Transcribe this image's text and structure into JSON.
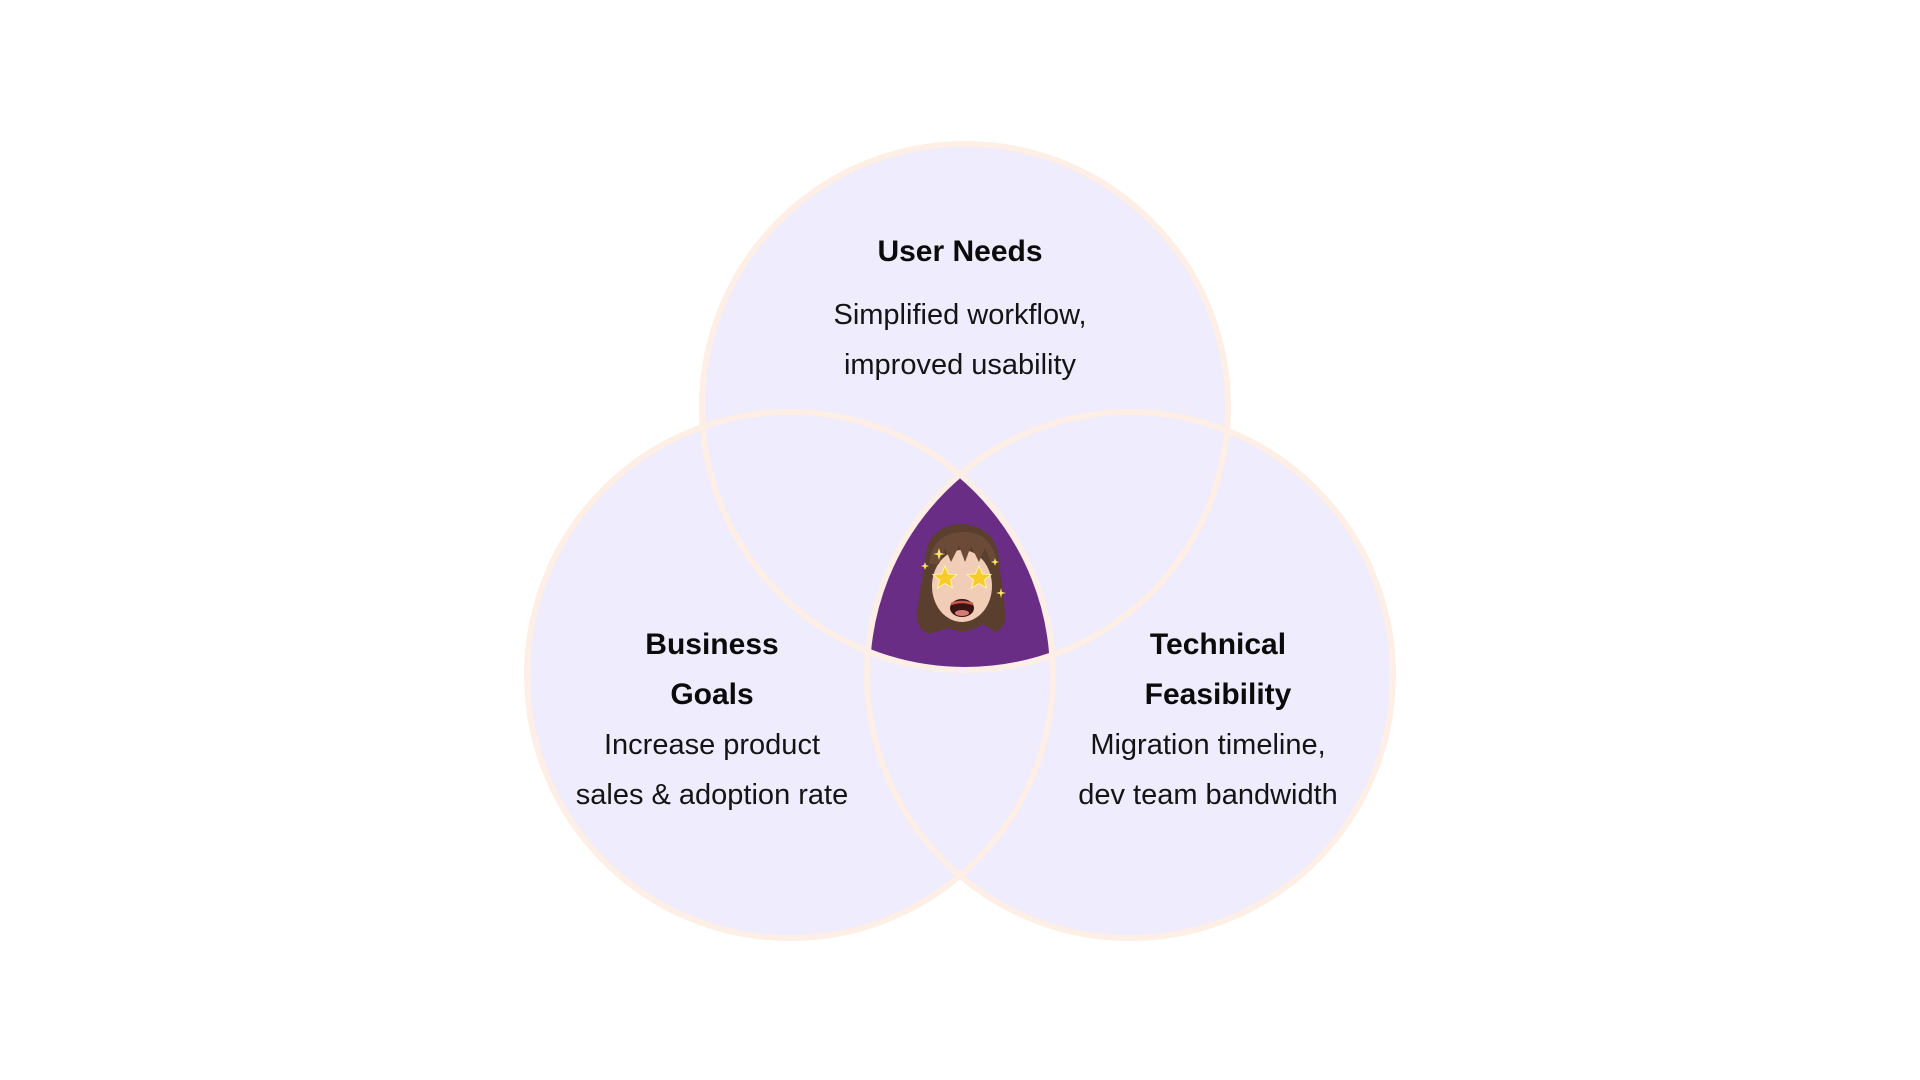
{
  "diagram": {
    "type": "venn",
    "colors": {
      "circle_fill": "#efecfd",
      "circle_stroke": "#fdeee6",
      "center_fill": "#6a2d85",
      "text": "#111111"
    },
    "sets": [
      {
        "id": "user-needs",
        "title": "User Needs",
        "lines": [
          "Simplified workflow,",
          "improved usability"
        ]
      },
      {
        "id": "business-goals",
        "title_lines": [
          "Business",
          "Goals"
        ],
        "lines": [
          "Increase product",
          "sales & adoption rate"
        ]
      },
      {
        "id": "technical-feasibility",
        "title_lines": [
          "Technical",
          "Feasibility"
        ],
        "lines": [
          "Migration timeline,",
          "dev team bandwidth"
        ]
      }
    ],
    "center": {
      "icon": "memoji-star-eyes-avatar"
    }
  }
}
